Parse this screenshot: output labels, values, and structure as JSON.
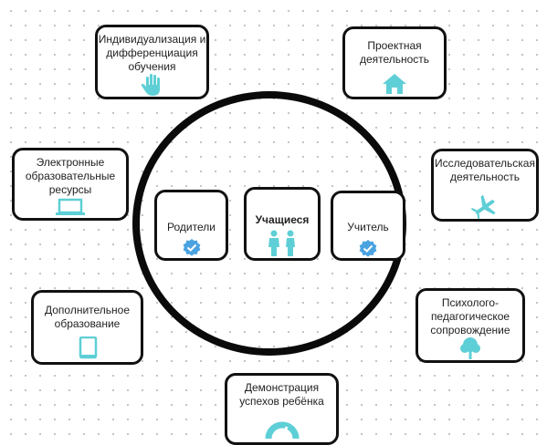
{
  "center": {
    "parents": "Родители",
    "students": "Учащиеся",
    "teacher": "Учитель"
  },
  "outer": {
    "individualization": "Индивидуализация и дифференциация обучения",
    "project": "Проектная деятельность",
    "e_resources": "Электронные образовательные ресурсы",
    "research": "Исследовательская деятельность",
    "additional_education": "Дополнительное образование",
    "psych_support": "Психолого-педагогическое сопровождение",
    "demonstration": "Демонстрация успехов ребёнка"
  },
  "colors": {
    "icon": "#5ecfd6",
    "badge": "#4aa3e0",
    "border": "#111111"
  },
  "icons": {
    "individualization": "hand-icon",
    "project": "home-icon",
    "e_resources": "laptop-icon",
    "research": "airplane-icon",
    "additional_education": "book-icon",
    "psych_support": "tree-icon",
    "demonstration": "gauge-icon",
    "parents": "verified-badge-icon",
    "students": "people-icon",
    "teacher": "verified-badge-icon"
  }
}
